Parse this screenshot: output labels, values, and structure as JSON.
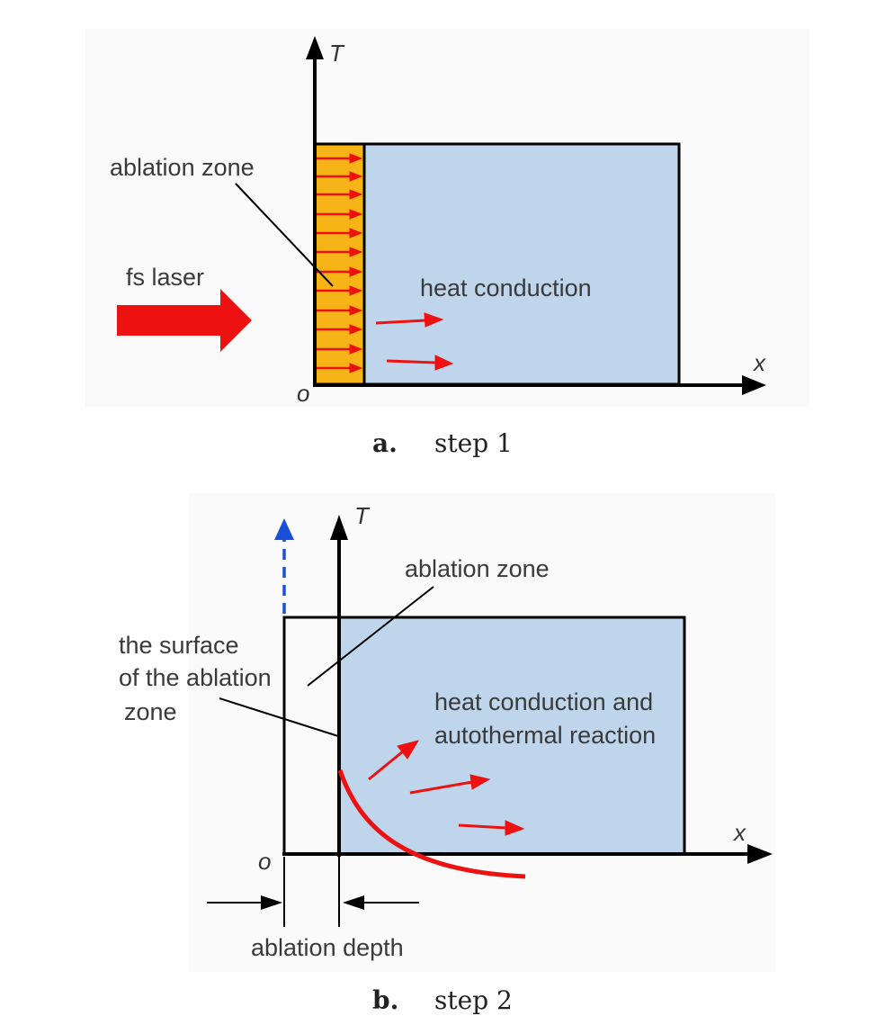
{
  "colors": {
    "block_fill": "#bed5ec",
    "ablation_fill": "#f7b416",
    "laser_red": "#ee1111",
    "dashed_blue": "#1a4fd8",
    "outline": "#000000"
  },
  "panel_a": {
    "caption_letter": "a.",
    "caption_text": "step 1",
    "axis_y": "T",
    "axis_x": "x",
    "origin": "o",
    "ablation_zone": "ablation zone",
    "fs_laser": "fs laser",
    "heat_conduction": "heat conduction"
  },
  "panel_b": {
    "caption_letter": "b.",
    "caption_text": "step 2",
    "axis_y": "T",
    "axis_x": "x",
    "origin": "o",
    "ablation_zone": "ablation zone",
    "surface_label": [
      "the surface",
      "of the ablation",
      "zone"
    ],
    "heat_text": [
      "heat conduction and",
      "autothermal reaction"
    ],
    "ablation_depth": "ablation depth"
  }
}
